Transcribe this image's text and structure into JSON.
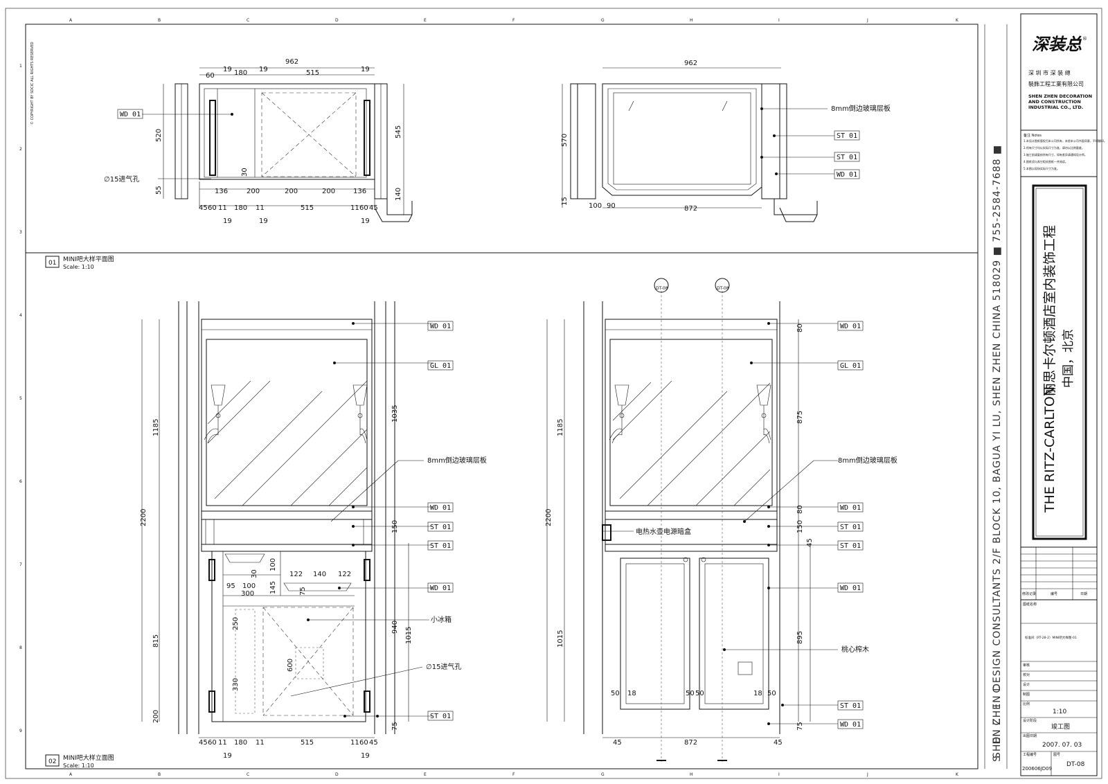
{
  "grid": {
    "cols": [
      "A",
      "B",
      "C",
      "D",
      "E",
      "F",
      "G",
      "H",
      "I",
      "J",
      "K"
    ],
    "rows": [
      "1",
      "2",
      "3",
      "4",
      "5",
      "6",
      "7",
      "8",
      "9"
    ]
  },
  "copyright": "© COPYRIGHT BY SDCIC ALL RIGHTS RESERVED",
  "titleblock": {
    "logo": "深装总",
    "logo_mark": "®",
    "company_cn1": "深 圳 市 深 装 總",
    "company_cn2": "裝飾工程工業有限公司",
    "company_en1": "SHEN ZHEN DECORATION",
    "company_en2": "AND  CONSTRUCTION",
    "company_en3": "INDUSTRIAL  CO.,  LTD.",
    "notes_title": "备注 Notes",
    "notes": [
      "1.本设计图纸版权归本公司所有，未经本公司书面同意，不得翻印。",
      "2.所有尺寸均以实际尺寸为准，请勿以比例量度。",
      "3.施工前请复核所有尺寸，如有差异请通知设计师。",
      "4.图纸须与其它相关图纸一并阅读。",
      "5.本图以现场实际尺寸为准。"
    ],
    "address": "SHEN ZHEN DESIGN CONSULTANTS   2/F BLOCK 10, BAGUA YI LU, SHEN ZHEN CHINA 518029  ■  755-2584-7688  ■",
    "sdcic": "S  D  C  I  C",
    "project_en": "THE RITZ-CARLTON",
    "project_cn": "丽思卡尔顿酒店室内装饰工程",
    "location": "中国，北京",
    "rev_header": [
      "修改记录",
      "编号",
      "日期"
    ],
    "drawing_title_label": "图纸名称",
    "drawing_title": "标准间（RT-28-2）MINI吧大样图-01",
    "approved_label": "审核",
    "checked_label": "校对",
    "designed_label": "设计",
    "drawn_label": "制图",
    "scale_label": "比例",
    "scale": "1:10",
    "stage_label": "设计阶段",
    "stage": "竣工图",
    "date_label": "出图日期",
    "date": "2007. 07. 03",
    "project_no_label": "工程编号",
    "project_no": "200606JD09",
    "drawing_no_label": "图号",
    "drawing_no": "DT-08"
  },
  "views": {
    "plan": {
      "num": "01",
      "title": "MINI吧大样平面图",
      "scale": "Scale: 1:10"
    },
    "elev": {
      "num": "02",
      "title": "MINI吧大样立面图",
      "scale": "Scale: 1:10"
    }
  },
  "tags": {
    "wd01": "WD 01",
    "st01": "ST 01",
    "gl01": "GL 01"
  },
  "labels": {
    "glass_shelf": "8mm倒边玻璃层板",
    "vent": "∅15进气孔",
    "fridge": "小冰箱",
    "power_box": "电热水壶电源暗盒",
    "walnut": "桃心榨木"
  },
  "dims": {
    "plan1_top": [
      "962",
      "60",
      "19",
      "180",
      "19",
      "515",
      "19"
    ],
    "plan1_side": [
      "520",
      "55",
      "545",
      "140",
      "30"
    ],
    "plan1_bot": [
      "136",
      "200",
      "200",
      "200",
      "136"
    ],
    "plan1_bot2": [
      "45",
      "60",
      "11",
      "180",
      "11",
      "515",
      "11",
      "60",
      "45"
    ],
    "plan1_bot3": [
      "19",
      "19",
      "19"
    ],
    "plan2": [
      "962",
      "570",
      "15",
      "100",
      "90",
      "872"
    ],
    "el1_left": [
      "2200",
      "1185",
      "815",
      "200"
    ],
    "el1_right": [
      "1035",
      "150",
      "940",
      "1015",
      "75"
    ],
    "el1_inner": [
      "122",
      "140",
      "122",
      "100",
      "145",
      "75",
      "95",
      "100",
      "300",
      "250",
      "330",
      "600",
      "30"
    ],
    "el1_bot": [
      "45",
      "60",
      "11",
      "180",
      "11",
      "515",
      "11",
      "60",
      "45"
    ],
    "el1_bot2": [
      "19",
      "19"
    ],
    "el2_left": [
      "2200",
      "1185",
      "1015"
    ],
    "el2_right": [
      "80",
      "875",
      "80",
      "150",
      "45",
      "895",
      "75"
    ],
    "el2_inner": [
      "50",
      "18",
      "50",
      "50",
      "18",
      "50"
    ],
    "el2_bot": [
      "45",
      "872",
      "45"
    ],
    "sections": [
      "DT-08",
      "DT-08"
    ]
  }
}
